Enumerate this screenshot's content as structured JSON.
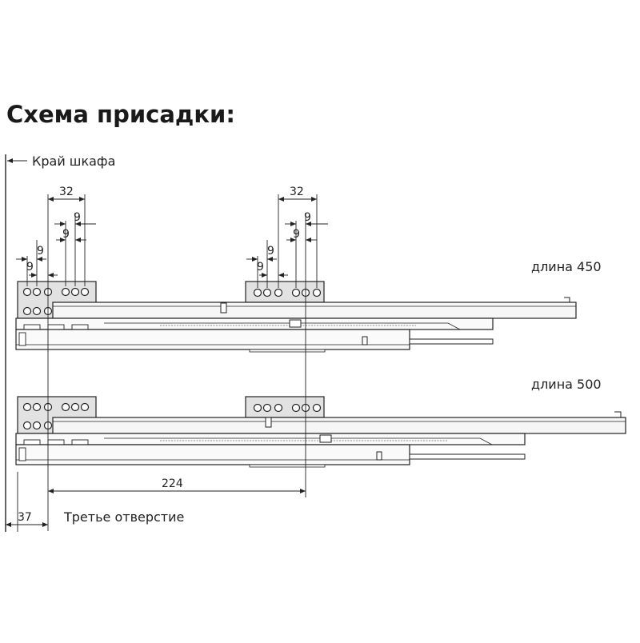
{
  "title": "Схема присадки:",
  "labels": {
    "cabinet_edge": "Край шкафа",
    "length_450": "длина 450",
    "length_500": "длина 500",
    "third_hole": "Третье отверстие"
  },
  "dimensions": {
    "spacing_32": "32",
    "offset_9": "9",
    "distance_224": "224",
    "offset_37": "37"
  },
  "colors": {
    "line": "#222222",
    "bracket_fill": "#e0e0e0",
    "rail_fill": "#f4f4f4"
  }
}
